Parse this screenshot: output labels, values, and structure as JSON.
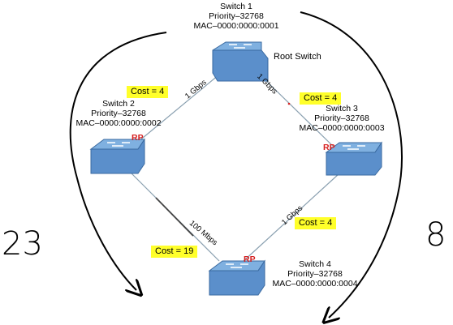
{
  "switches": [
    {
      "id": "s1",
      "name": "Switch 1",
      "priority": "Priority–32768",
      "mac": "MAC–0000:0000:0001"
    },
    {
      "id": "s2",
      "name": "Switch 2",
      "priority": "Priority–32768",
      "mac": "MAC–0000:0000:0002"
    },
    {
      "id": "s3",
      "name": "Switch 3",
      "priority": "Priority–32768",
      "mac": "MAC–0000:0000:0003"
    },
    {
      "id": "s4",
      "name": "Switch 4",
      "priority": "Priority–32768",
      "mac": "MAC–0000:0000:0004"
    }
  ],
  "root_label": "Root Switch",
  "links": [
    {
      "from": "s1",
      "to": "s2",
      "speed": "1 Gbps"
    },
    {
      "from": "s1",
      "to": "s3",
      "speed": "1 Gbps"
    },
    {
      "from": "s3",
      "to": "s4",
      "speed": "1 Gbps"
    },
    {
      "from": "s2",
      "to": "s4",
      "speed": "100 Mbps"
    }
  ],
  "costs": [
    "Cost = 4",
    "Cost = 4",
    "Cost = 4",
    "Cost = 19"
  ],
  "rp_label": "RP",
  "handwritten": {
    "left": "23",
    "right": "8"
  },
  "colors": {
    "switch_face": "#5b8fcb",
    "switch_top": "#7fb0e0",
    "link": "#8aa0b0",
    "rp": "#d62020",
    "highlight": "#ffff2a"
  }
}
